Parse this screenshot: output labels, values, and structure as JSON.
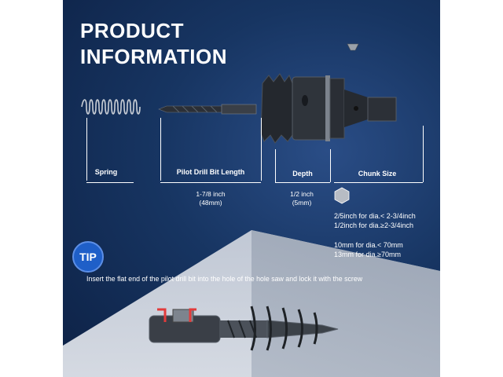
{
  "title": {
    "line1": "PRODUCT",
    "line2": "INFORMATION"
  },
  "parts": [
    {
      "label": "Spring"
    },
    {
      "label": "Pilot Drill Bit Length",
      "value1": "1-7/8 inch",
      "value2": "(48mm)"
    },
    {
      "label": "Depth",
      "value1": "1/2 inch",
      "value2": "(5mm)"
    },
    {
      "label": "Chunk Size"
    }
  ],
  "specs": {
    "inch1": "2/5inch for dia.< 2-3/4inch",
    "inch2": "1/2inch for dia.≥2-3/4inch",
    "mm1": "10mm for dia.< 70mm",
    "mm2": "13mm for dia.≥70mm"
  },
  "tip": {
    "badge": "TIP",
    "text": "Insert the flat end of the pilot drill bit into the hole of the hole saw and lock it with the screw"
  }
}
